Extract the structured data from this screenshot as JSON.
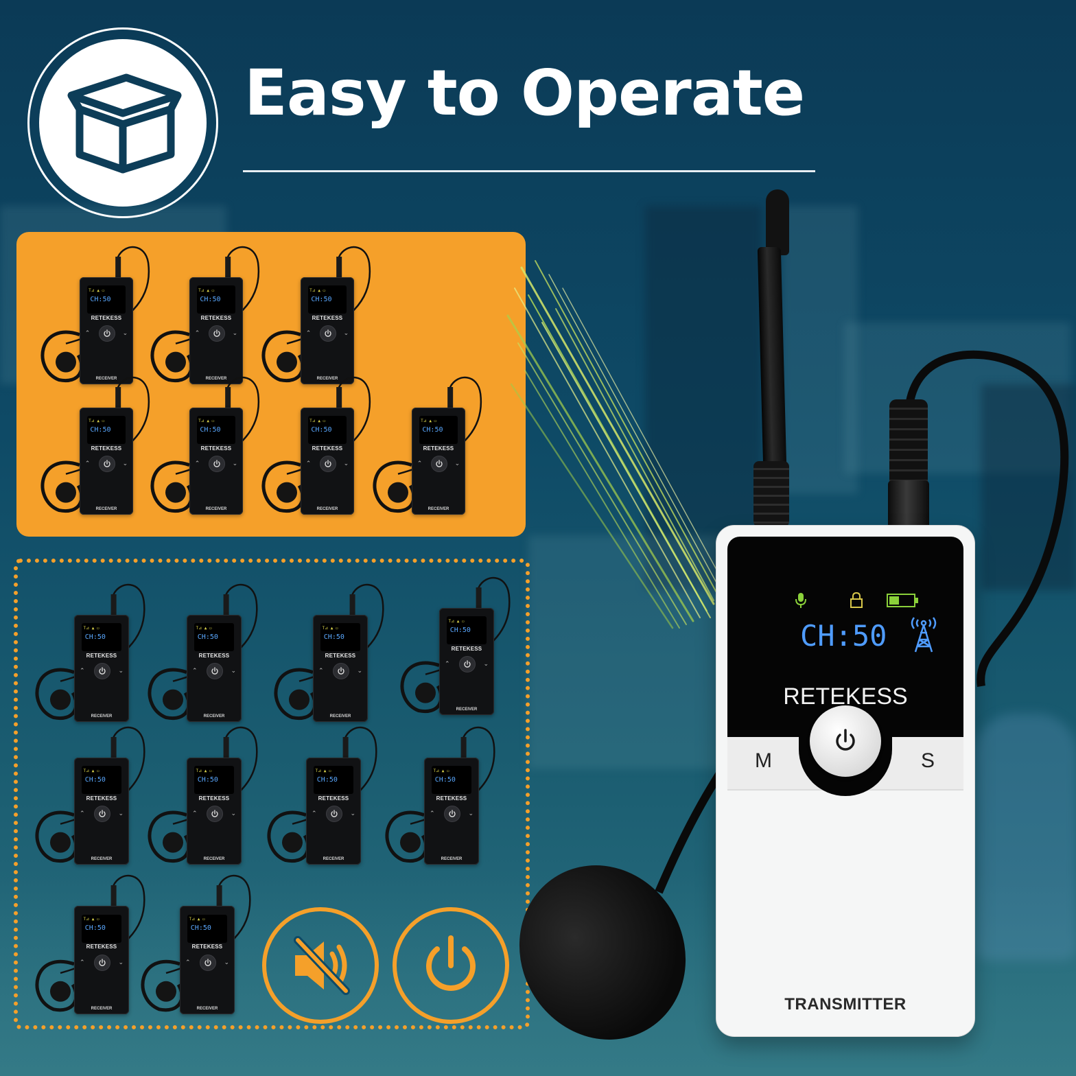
{
  "header": {
    "title": "Easy to Operate",
    "icon": "box-icon"
  },
  "receiver": {
    "brand": "RETEKESS",
    "channel": "CH:50",
    "label": "RECEIVER",
    "status_glyphs": "T⊿ ▲ ▭"
  },
  "transmitter": {
    "brand": "RETEKESS",
    "channel": "CH:50",
    "left_key": "M",
    "right_key": "S",
    "label": "TRANSMITTER"
  },
  "feature_icons": [
    "mute-icon",
    "power-icon"
  ],
  "colors": {
    "accent_orange": "#f5a02a",
    "background_blue": "#0e4a66",
    "screen_blue": "#4f9cff",
    "status_green": "#8bd13a"
  }
}
